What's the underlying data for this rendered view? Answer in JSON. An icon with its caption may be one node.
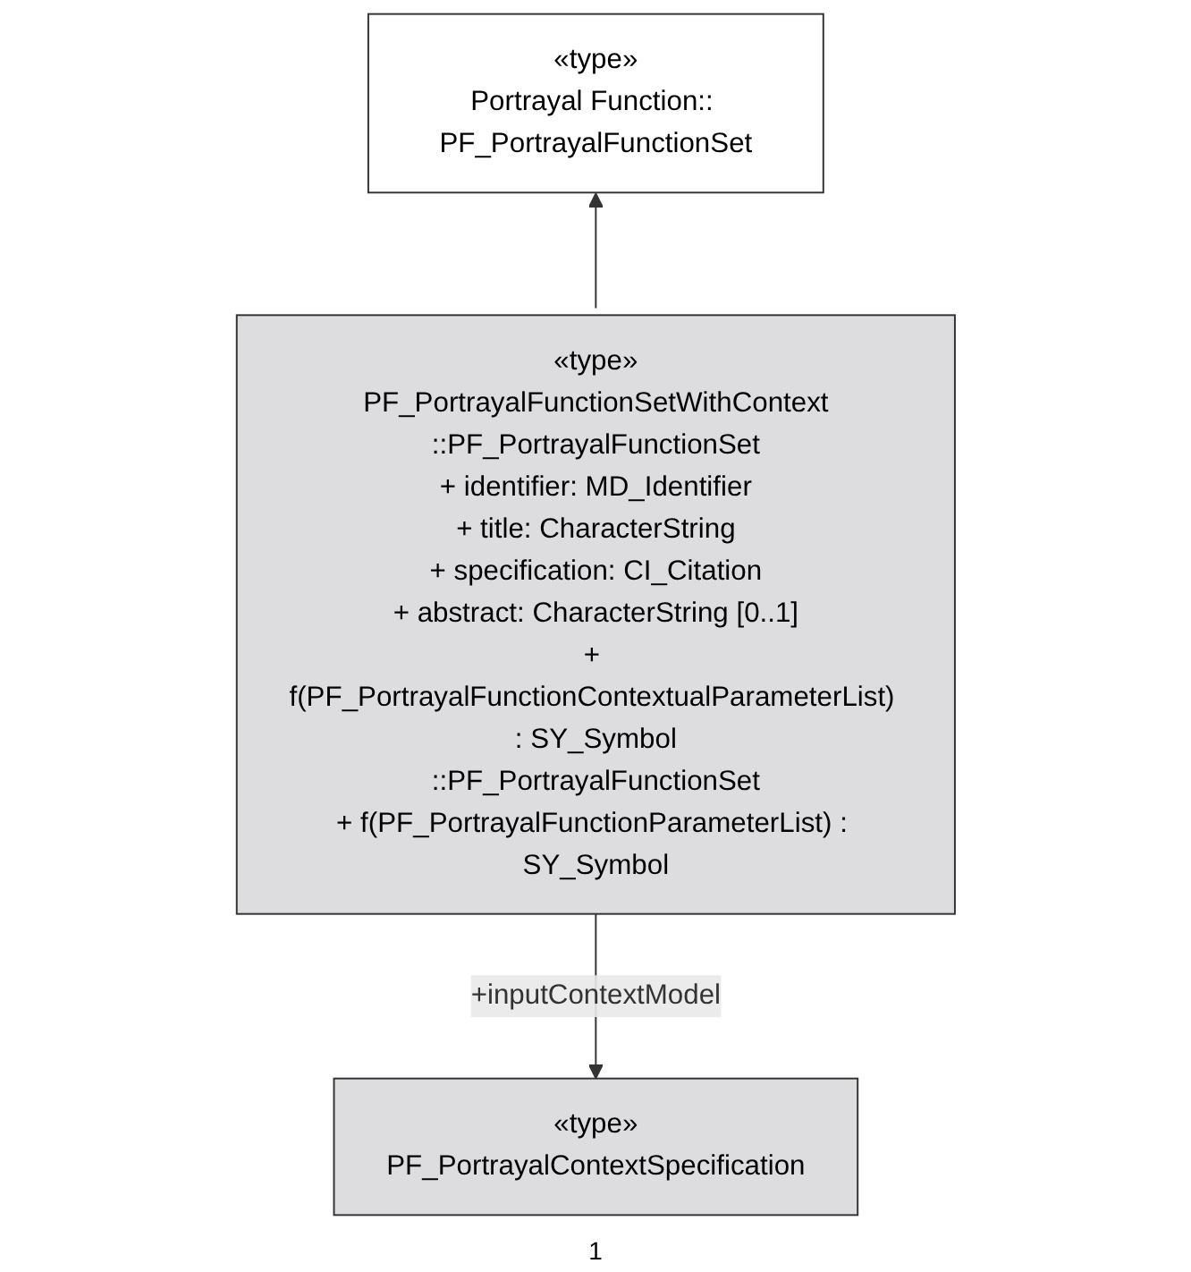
{
  "diagram": {
    "nodes": [
      {
        "text": [
          "«type»",
          "Portrayal Function:: PF_PortrayalFunctionSet"
        ]
      },
      {
        "text": [
          "«type»",
          "PF_PortrayalFunctionSetWithContext",
          "::PF_PortrayalFunctionSet",
          "+ identifier: MD_Identifier",
          "+ title: CharacterString",
          "+ specification: CI_Citation",
          "+ abstract: CharacterString [0..1]",
          "+ f(PF_PortrayalFunctionContextualParameterList) : SY_Symbol",
          "::PF_PortrayalFunctionSet",
          "+ f(PF_PortrayalFunctionParameterList) : SY_Symbol"
        ]
      },
      {
        "text": [
          "«type»",
          "PF_PortrayalContextSpecification"
        ]
      }
    ],
    "edges": [
      {
        "from": 1,
        "to": 0,
        "arrow": "to"
      },
      {
        "from": 1,
        "to": 2,
        "arrow": "to",
        "label": "+inputContextModel"
      }
    ],
    "labels": [
      "1"
    ]
  }
}
